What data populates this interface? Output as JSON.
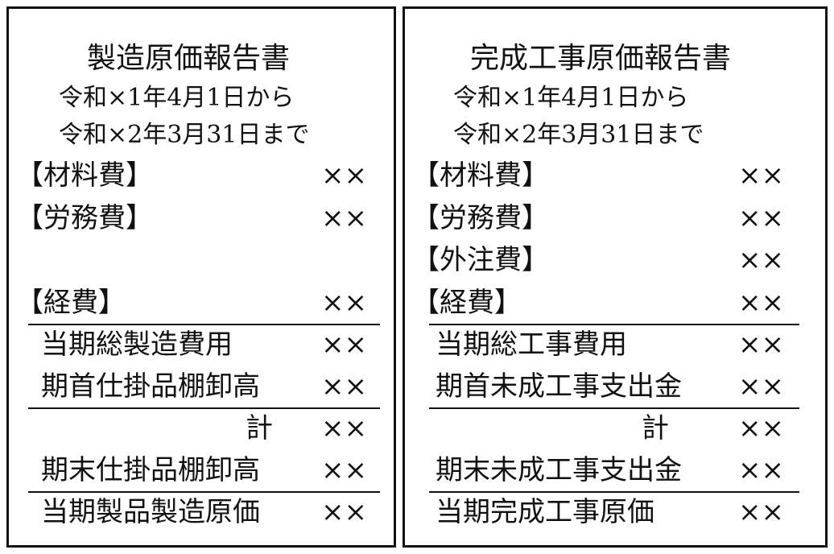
{
  "left": {
    "title": "製造原価報告書",
    "period_from": "令和×1年4月1日から",
    "period_to": "令和×2年3月31日まで",
    "items": [
      {
        "label": "【材料費】",
        "value": "××"
      },
      {
        "label": "【労務費】",
        "value": "××"
      },
      {
        "label": "【経費】",
        "value": "××"
      }
    ],
    "total_cost": {
      "label": "当期総製造費用",
      "value": "××"
    },
    "opening_wip": {
      "label": "期首仕掛品棚卸高",
      "value": "××"
    },
    "subtotal": {
      "label": "計",
      "value": "××"
    },
    "closing_wip": {
      "label": "期末仕掛品棚卸高",
      "value": "××"
    },
    "result": {
      "label": "当期製品製造原価",
      "value": "××"
    }
  },
  "right": {
    "title": "完成工事原価報告書",
    "period_from": "令和×1年4月1日から",
    "period_to": "令和×2年3月31日まで",
    "items": [
      {
        "label": "【材料費】",
        "value": "××"
      },
      {
        "label": "【労務費】",
        "value": "××"
      },
      {
        "label": "【外注費】",
        "value": "××"
      },
      {
        "label": "【経費】",
        "value": "××"
      }
    ],
    "total_cost": {
      "label": "当期総工事費用",
      "value": "××"
    },
    "opening_wip": {
      "label": "期首未成工事支出金",
      "value": "××"
    },
    "subtotal": {
      "label": "計",
      "value": "××"
    },
    "closing_wip": {
      "label": "期末未成工事支出金",
      "value": "××"
    },
    "result": {
      "label": "当期完成工事原価",
      "value": "××"
    }
  }
}
